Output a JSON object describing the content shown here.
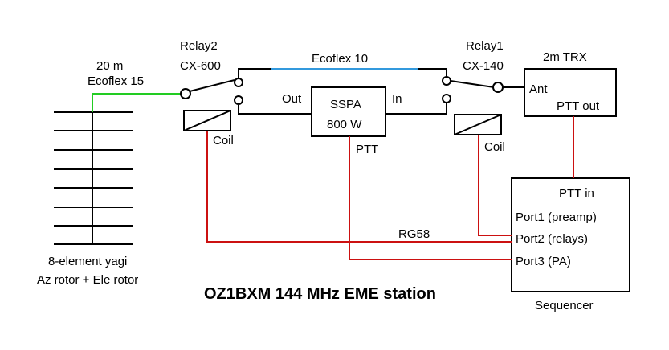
{
  "diagram": {
    "title": "OZ1BXM 144 MHz EME station",
    "antenna": {
      "feedline_line1": "20 m",
      "feedline_line2": "Ecoflex 15",
      "caption_line1": "8-element yagi",
      "caption_line2": "Az rotor + Ele rotor"
    },
    "relay2": {
      "name": "Relay2",
      "model": "CX-600",
      "coil": "Coil"
    },
    "relay1": {
      "name": "Relay1",
      "model": "CX-140",
      "coil": "Coil"
    },
    "bypass_cable": "Ecoflex 10",
    "sspa": {
      "line1": "SSPA",
      "line2": "800 W",
      "out": "Out",
      "in": "In",
      "ptt": "PTT"
    },
    "trx": {
      "name": "2m TRX",
      "ant": "Ant",
      "ptt_out": "PTT out"
    },
    "sequencer": {
      "name": "Sequencer",
      "ptt_in": "PTT in",
      "port1": "Port1 (preamp)",
      "port2": "Port2 (relays)",
      "port3": "Port3 (PA)"
    },
    "control_cable": "RG58",
    "colors": {
      "rf_feedline": "#22cc22",
      "rf_bypass": "#3399dd",
      "control": "#cc1111",
      "outline": "#000000"
    }
  }
}
